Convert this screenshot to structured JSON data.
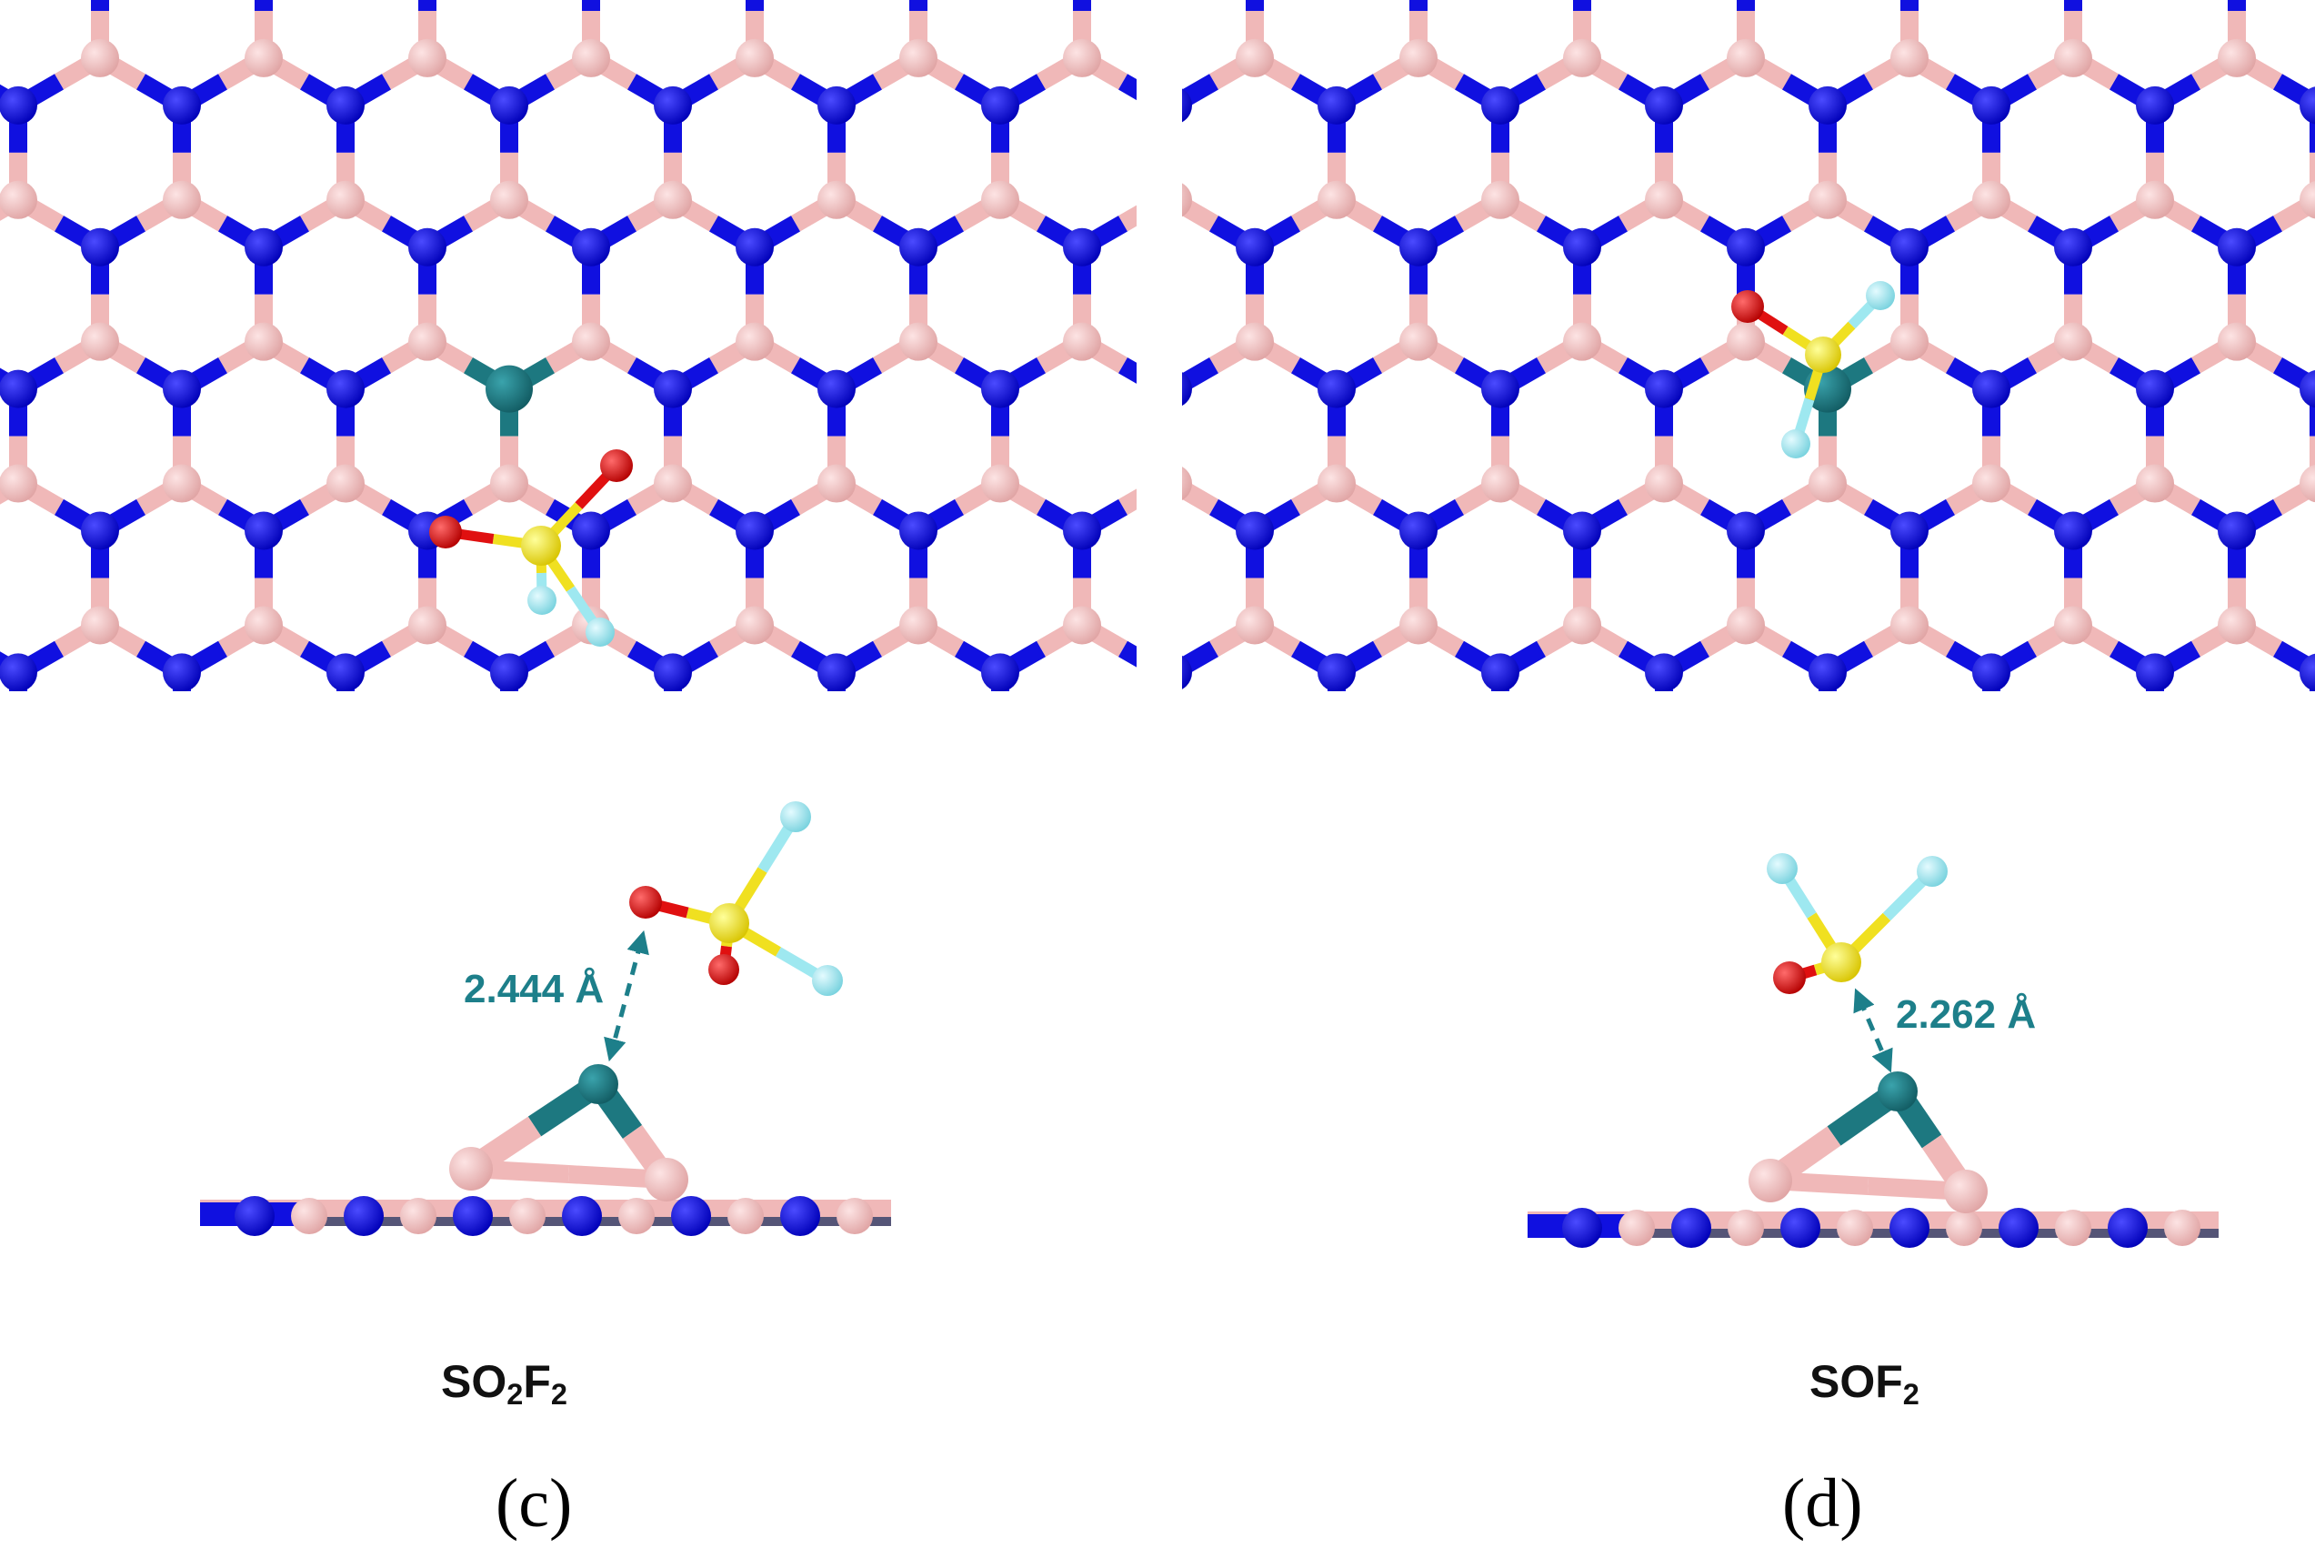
{
  "figure": {
    "colors": {
      "boron": "#f0b8b8",
      "nitrogen": "#1010e0",
      "dopant_metal": "#1d7880",
      "sulfur": "#f0e020",
      "oxygen": "#e01010",
      "fluorine": "#9ee8f0",
      "annotation": "#1d7f8a"
    },
    "panels": [
      {
        "id": "c",
        "label": "(c)",
        "molecule": {
          "prefix": "SO",
          "sub1": "2",
          "mid": "F",
          "sub2": "2"
        },
        "distance": "2.444 Å"
      },
      {
        "id": "d",
        "label": "(d)",
        "molecule": {
          "prefix": "SOF",
          "sub1": "2",
          "mid": "",
          "sub2": ""
        },
        "distance": "2.262 Å"
      }
    ]
  }
}
